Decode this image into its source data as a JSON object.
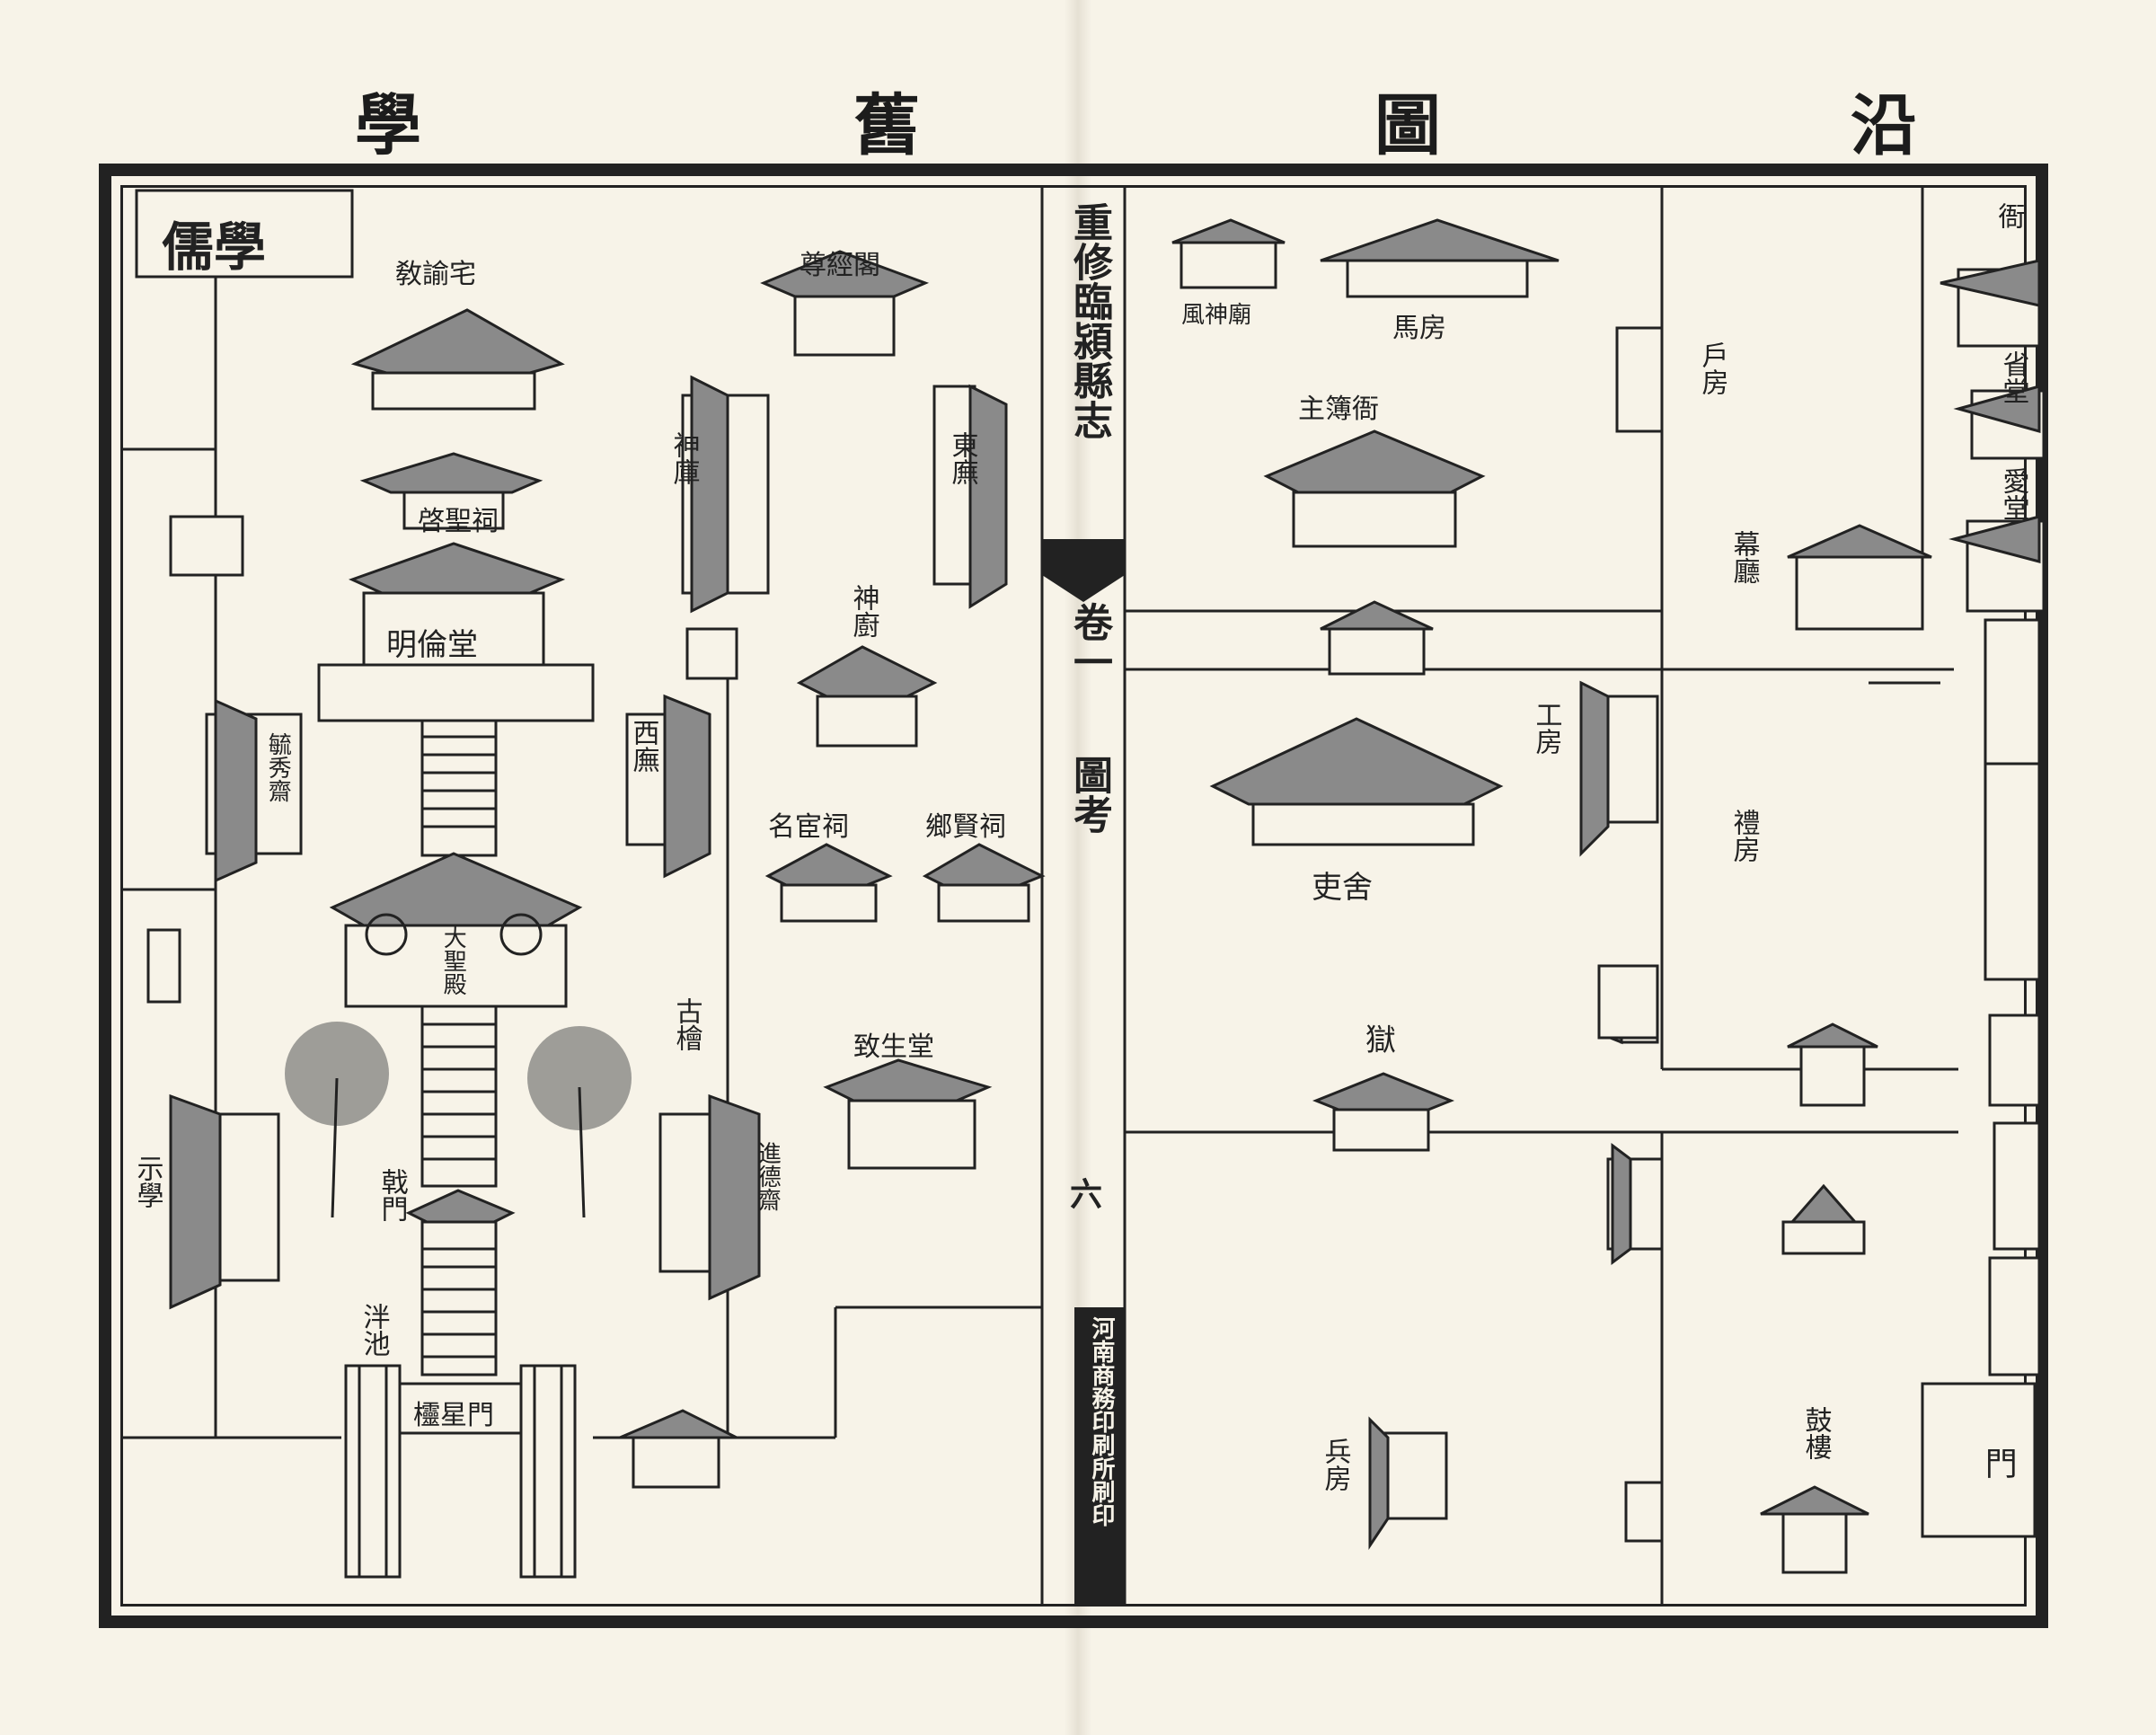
{
  "header": {
    "right_title": "沿",
    "right_mid": "圖",
    "left_mid": "舊",
    "left_title": "學"
  },
  "spine": {
    "book_title": "重修臨潁縣志",
    "volume": "卷一",
    "section": "圖考",
    "page_number": "六",
    "printer": "河南商務印刷所刷印"
  },
  "left_page": {
    "corner_label": "儒學",
    "buildings": {
      "jiaoyu_zhai": "敎諭宅",
      "qi_sheng_ci": "啓聖祠",
      "zun_jing_ge": "尊經閣",
      "minglun_tang": "明倫堂",
      "dacheng_dian": "大聖殿",
      "lingxing_men": "欞星門",
      "pan_chi": "泮池",
      "ji_men": "戟門",
      "gu_kuai": "古檜",
      "ming_huan_ci": "名宦祠",
      "xiang_xian_ci": "鄉賢祠",
      "shen_chu": "神廚",
      "shen_ku": "神庫",
      "dong_wu": "東廡",
      "xi_wu": "西廡",
      "zhi_sheng_tang": "致生堂",
      "shi_xue": "示學",
      "zhai_left_1": "毓秀齋",
      "zhai_left_2": "進德齋"
    }
  },
  "right_page": {
    "buildings": {
      "jie_top_right": "衙",
      "sheng_tang": "省堂",
      "ai_tang": "愛堂",
      "mu_ting": "幕廳",
      "ma_fang": "馬房",
      "feng_shen_miao": "風神廟",
      "zhubu_ya": "主簿衙",
      "li_she": "吏舍",
      "yu": "獄",
      "gu_lou": "鼓樓",
      "men": "門",
      "hu_fang": "戶房",
      "gong_fang": "工房",
      "li_fang": "禮房",
      "bing_fang": "兵房"
    }
  }
}
